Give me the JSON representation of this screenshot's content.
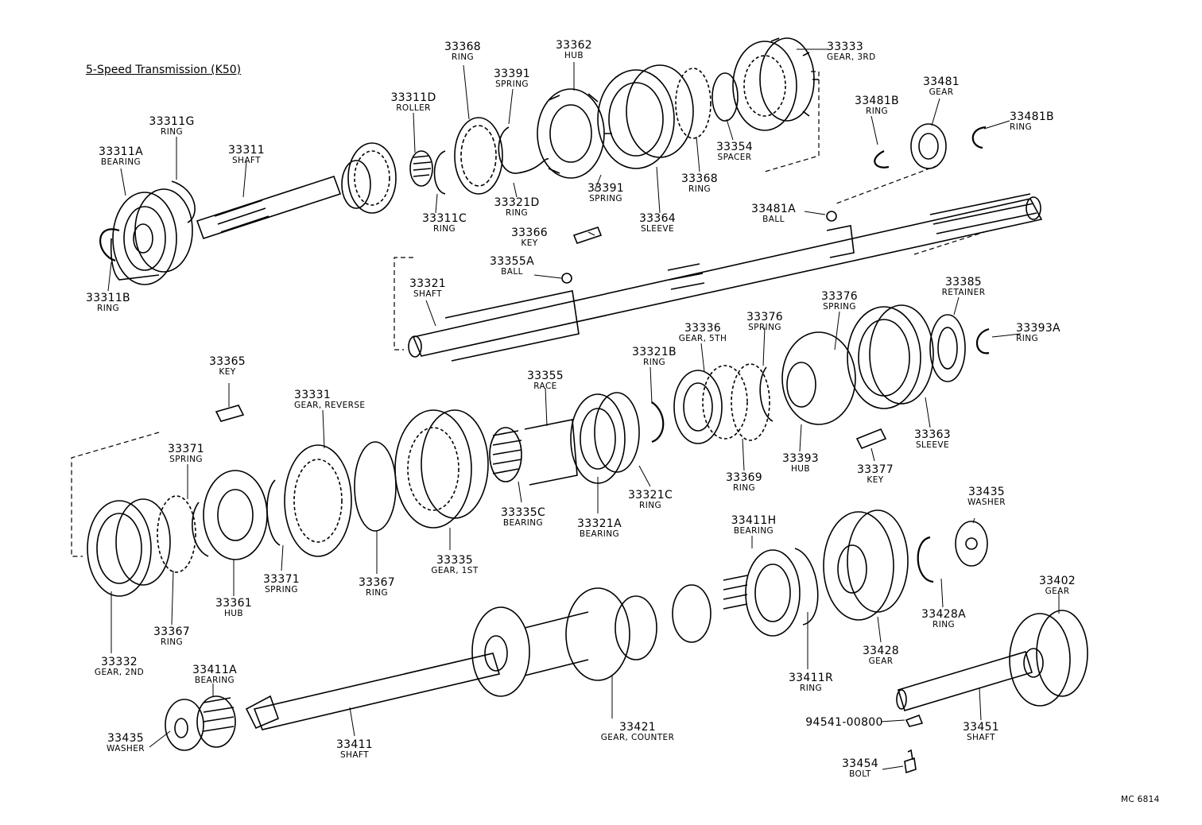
{
  "title": "5-Speed Transmission (K50)",
  "drawing_code": "MC 6814",
  "parts": [
    {
      "num": "33311A",
      "name": "BEARING"
    },
    {
      "num": "33311G",
      "name": "RING"
    },
    {
      "num": "33311",
      "name": "SHAFT"
    },
    {
      "num": "33311B",
      "name": "RING"
    },
    {
      "num": "33311D",
      "name": "ROLLER"
    },
    {
      "num": "33311C",
      "name": "RING"
    },
    {
      "num": "33368",
      "name": "RING"
    },
    {
      "num": "33391",
      "name": "SPRING"
    },
    {
      "num": "33362",
      "name": "HUB"
    },
    {
      "num": "33321D",
      "name": "RING"
    },
    {
      "num": "33391",
      "name": "SPRING"
    },
    {
      "num": "33366",
      "name": "KEY"
    },
    {
      "num": "33364",
      "name": "SLEEVE"
    },
    {
      "num": "33368",
      "name": "RING"
    },
    {
      "num": "33354",
      "name": "SPACER"
    },
    {
      "num": "33333",
      "name": "GEAR, 3RD"
    },
    {
      "num": "33481B",
      "name": "RING"
    },
    {
      "num": "33481",
      "name": "GEAR"
    },
    {
      "num": "33481B",
      "name": "RING"
    },
    {
      "num": "33481A",
      "name": "BALL"
    },
    {
      "num": "33355A",
      "name": "BALL"
    },
    {
      "num": "33321",
      "name": "SHAFT"
    },
    {
      "num": "33385",
      "name": "RETAINER"
    },
    {
      "num": "33376",
      "name": "SPRING"
    },
    {
      "num": "33376",
      "name": "SPRING"
    },
    {
      "num": "33336",
      "name": "GEAR, 5TH"
    },
    {
      "num": "33393A",
      "name": "RING"
    },
    {
      "num": "33321B",
      "name": "RING"
    },
    {
      "num": "33365",
      "name": "KEY"
    },
    {
      "num": "33355",
      "name": "RACE"
    },
    {
      "num": "33331",
      "name": "GEAR, REVERSE"
    },
    {
      "num": "33363",
      "name": "SLEEVE"
    },
    {
      "num": "33393",
      "name": "HUB"
    },
    {
      "num": "33377",
      "name": "KEY"
    },
    {
      "num": "33369",
      "name": "RING"
    },
    {
      "num": "33321C",
      "name": "RING"
    },
    {
      "num": "33371",
      "name": "SPRING"
    },
    {
      "num": "33335C",
      "name": "BEARING"
    },
    {
      "num": "33321A",
      "name": "BEARING"
    },
    {
      "num": "33435",
      "name": "WASHER"
    },
    {
      "num": "33411H",
      "name": "BEARING"
    },
    {
      "num": "33371",
      "name": "SPRING"
    },
    {
      "num": "33367",
      "name": "RING"
    },
    {
      "num": "33335",
      "name": "GEAR, 1ST"
    },
    {
      "num": "33361",
      "name": "HUB"
    },
    {
      "num": "33367",
      "name": "RING"
    },
    {
      "num": "33428A",
      "name": "RING"
    },
    {
      "num": "33402",
      "name": "GEAR"
    },
    {
      "num": "33428",
      "name": "GEAR"
    },
    {
      "num": "33332",
      "name": "GEAR, 2ND"
    },
    {
      "num": "33411R",
      "name": "RING"
    },
    {
      "num": "33411A",
      "name": "BEARING"
    },
    {
      "num": "33421",
      "name": "GEAR, COUNTER"
    },
    {
      "num": "94541-00800",
      "name": ""
    },
    {
      "num": "33451",
      "name": "SHAFT"
    },
    {
      "num": "33435",
      "name": "WASHER"
    },
    {
      "num": "33411",
      "name": "SHAFT"
    },
    {
      "num": "33454",
      "name": "BOLT"
    }
  ]
}
